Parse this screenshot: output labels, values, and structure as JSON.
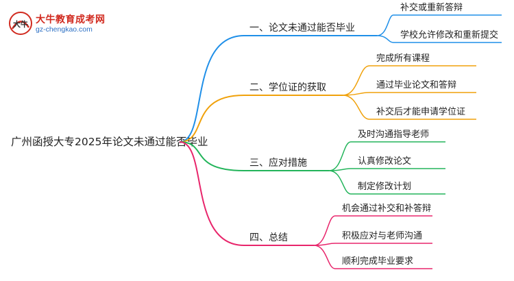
{
  "logo": {
    "name": "大牛教育成考网",
    "url": "gz-chengkao.com",
    "mark_text": "大牛"
  },
  "mindmap": {
    "root": "广州函授大专2025年论文未通过能否毕业",
    "branches": [
      {
        "label": "一、论文未通过能否毕业",
        "color": "#1f8fe8",
        "children": [
          "补交或重新答辩",
          "学校允许修改和重新提交"
        ]
      },
      {
        "label": "二、学位证的获取",
        "color": "#f0a10a",
        "children": [
          "完成所有课程",
          "通过毕业论文和答辩",
          "补交后才能申请学位证"
        ]
      },
      {
        "label": "三、应对措施",
        "color": "#22b45a",
        "children": [
          "及时沟通指导老师",
          "认真修改论文",
          "制定修改计划"
        ]
      },
      {
        "label": "四、总结",
        "color": "#e8256b",
        "children": [
          "机会通过补交和补答辩",
          "积极应对与老师沟通",
          "顺利完成毕业要求"
        ]
      }
    ]
  }
}
